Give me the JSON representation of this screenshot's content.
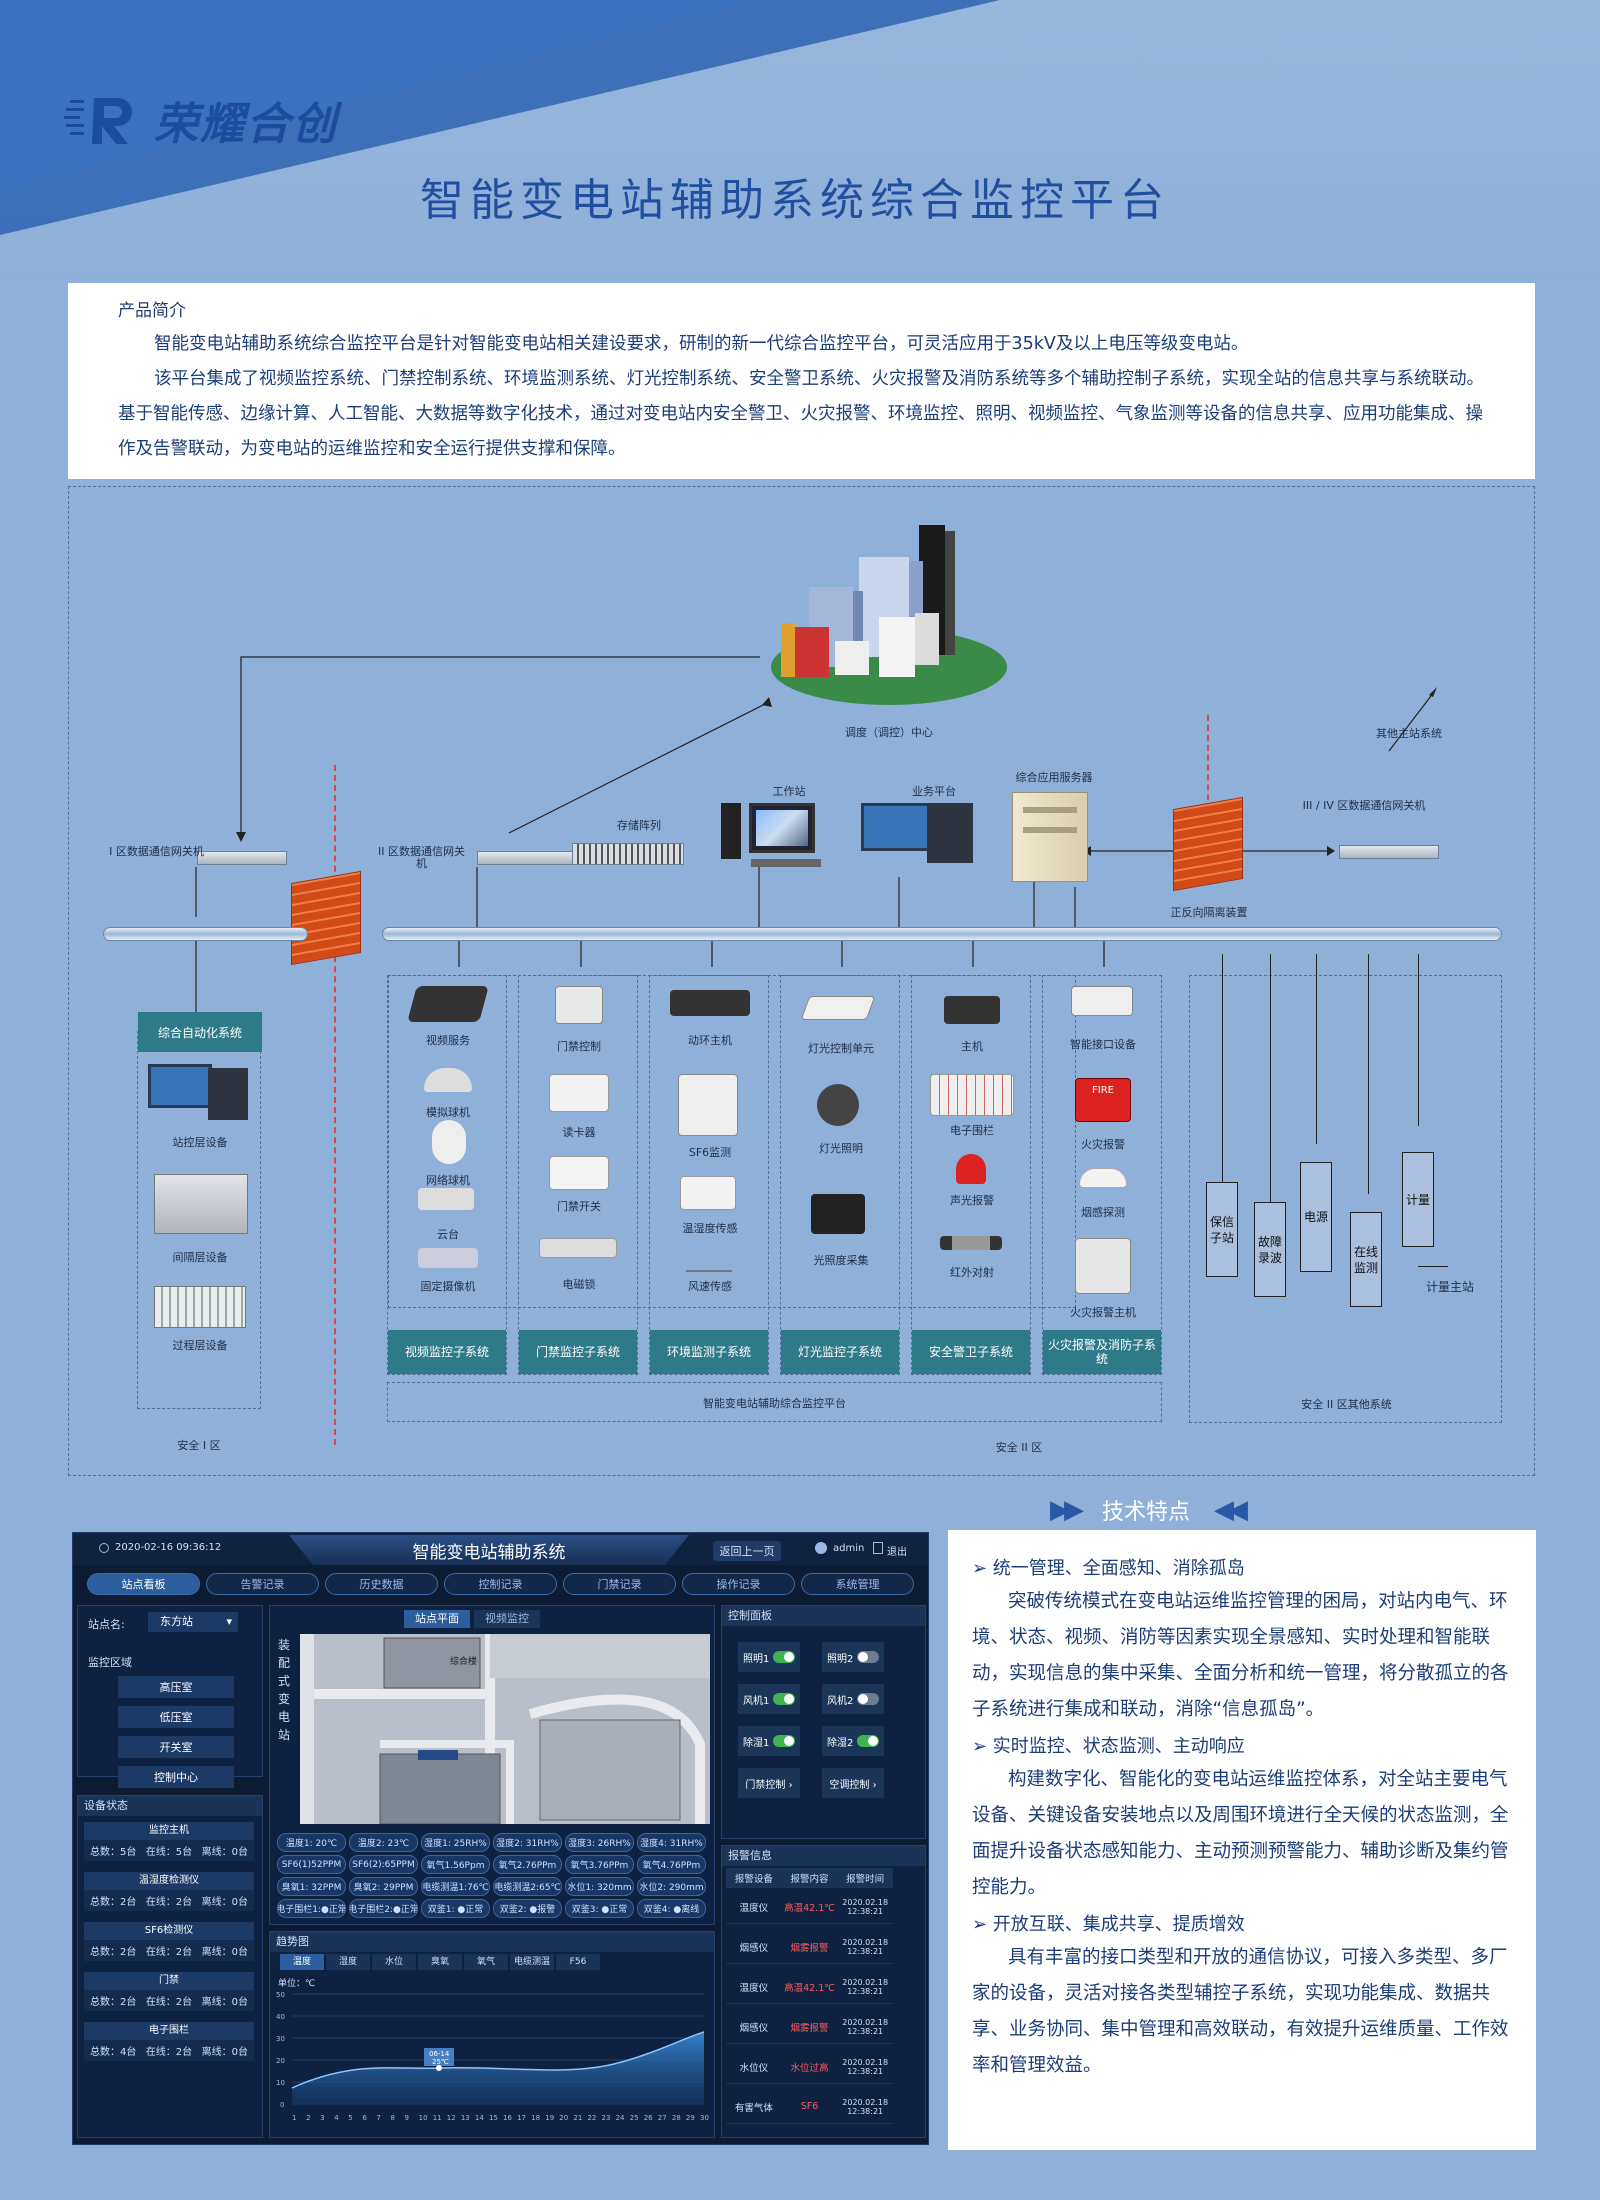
{
  "brand": {
    "name": "荣耀合创"
  },
  "title": "智能变电站辅助系统综合监控平台",
  "intro": {
    "heading": "产品简介",
    "p1": "智能变电站辅助系统综合监控平台是针对智能变电站相关建设要求，研制的新一代综合监控平台，可灵活应用于35kV及以上电压等级变电站。",
    "p2": "该平台集成了视频监控系统、门禁控制系统、环境监测系统、灯光控制系统、安全警卫系统、火灾报警及消防系统等多个辅助控制子系统，实现全站的信息共享与系统联动。基于智能传感、边缘计算、人工智能、大数据等数字化技术，通过对变电站内安全警卫、火灾报警、环境监控、照明、视频监控、气象监测等设备的信息共享、应用功能集成、操作及告警联动，为变电站的运维监控和安全运行提供支撑和保障。"
  },
  "arch": {
    "dispatch": "调度（调控）中心",
    "other_station": "其他主站系统",
    "gw1": "I 区数据通信网关机",
    "gw2": "II 区数据通信网关机",
    "gw3": "III / IV 区数据通信网关机",
    "storage": "存储阵列",
    "workstation": "工作站",
    "biz": "业务平台",
    "server": "综合应用服务器",
    "isolation": "正反向隔离装置",
    "auto_sys": "综合自动化系统",
    "station_eq": "站控层设备",
    "bay_eq": "间隔层设备",
    "process_eq": "过程层设备",
    "zone1": "安全 I 区",
    "zone2": "安全 II 区",
    "platform": "智能变电站辅助综合监控平台",
    "other_sys": "安全 II 区其他系统",
    "meter_master": "计量主站",
    "subs": [
      {
        "title": "视频监控子系统",
        "items": [
          "视频服务",
          "模拟球机",
          "网络球机",
          "云台",
          "固定摄像机"
        ]
      },
      {
        "title": "门禁监控子系统",
        "items": [
          "门禁控制",
          "读卡器",
          "门禁开关",
          "电磁锁"
        ]
      },
      {
        "title": "环境监测子系统",
        "items": [
          "动环主机",
          "SF6监测",
          "温湿度传感",
          "风速传感"
        ]
      },
      {
        "title": "灯光监控子系统",
        "items": [
          "灯光控制单元",
          "灯光照明",
          "光照度采集"
        ]
      },
      {
        "title": "安全警卫子系统",
        "items": [
          "主机",
          "电子围栏",
          "声光报警",
          "红外对射"
        ]
      },
      {
        "title": "火灾报警及消防子系统",
        "items": [
          "智能接口设备",
          "火灾报警",
          "烟感探测",
          "火灾报警主机"
        ]
      }
    ],
    "others": [
      "保信子站",
      "故障录波",
      "电源",
      "在线监测",
      "计量"
    ]
  },
  "dash": {
    "time": "2020-02-16 09:36:12",
    "title": "智能变电站辅助系统",
    "back": "返回上一页",
    "user": "admin",
    "logout": "退出",
    "nav": [
      "站点看板",
      "告警记录",
      "历史数据",
      "控制记录",
      "门禁记录",
      "操作记录",
      "系统管理"
    ],
    "station_label": "站点名:",
    "station": "东方站",
    "area_title": "监控区域",
    "areas": [
      "高压室",
      "低压室",
      "开关室",
      "控制中心"
    ],
    "status_title": "设备状态",
    "stats": [
      {
        "name": "监控主机",
        "a": "总数：5台",
        "b": "在线：5台",
        "c": "离线：0台"
      },
      {
        "name": "温湿度检测仪",
        "a": "总数：2台",
        "b": "在线：2台",
        "c": "离线：0台"
      },
      {
        "name": "SF6检测仪",
        "a": "总数：2台",
        "b": "在线：2台",
        "c": "离线：0台"
      },
      {
        "name": "门禁",
        "a": "总数：2台",
        "b": "在线：2台",
        "c": "离线：0台"
      },
      {
        "name": "电子围栏",
        "a": "总数：4台",
        "b": "在线：2台",
        "c": "离线：0台"
      }
    ],
    "tabs": [
      "站点平面",
      "视频监控"
    ],
    "vertical": "装配式变电站",
    "building": "综合楼",
    "sensors": [
      "温度1: 20℃",
      "温度2: 23℃",
      "湿度1: 25RH%",
      "湿度2: 31RH%",
      "湿度3: 26RH%",
      "湿度4: 31RH%",
      "SF6(1)52PPM",
      "SF6(2):65PPM",
      "氧气1.56Ppm",
      "氧气2.76PPm",
      "氧气3.76PPm",
      "氧气4.76PPm",
      "臭氧1: 32PPM",
      "臭氧2: 29PPM",
      "电缆测温1:76℃",
      "电缆测温2:65℃",
      "水位1: 320mm",
      "水位2: 290mm",
      "电子围栏1:●正常",
      "电子围栏2:●正常",
      "双鉴1: ●正常",
      "双鉴2: ●报警",
      "双鉴3: ●正常",
      "双鉴4: ●离线"
    ],
    "trend_title": "趋势图",
    "trend_tabs": [
      "温度",
      "湿度",
      "水位",
      "臭氧",
      "氧气",
      "电缆测温",
      "F56"
    ],
    "unit": "单位：℃",
    "y_ticks": [
      "50",
      "40",
      "30",
      "20",
      "10",
      "0"
    ],
    "x_ticks": [
      "1",
      "2",
      "3",
      "4",
      "5",
      "6",
      "7",
      "8",
      "9",
      "10",
      "11",
      "12",
      "13",
      "14",
      "15",
      "16",
      "17",
      "18",
      "19",
      "20",
      "21",
      "22",
      "23",
      "24",
      "25",
      "26",
      "27",
      "28",
      "29",
      "30"
    ],
    "tip_date": "06-14",
    "tip_val": "25℃",
    "ctrl_title": "控制面板",
    "ctrls": [
      [
        "照明1",
        "on"
      ],
      [
        "照明2",
        "off"
      ],
      [
        "风机1",
        "on"
      ],
      [
        "风机2",
        "off"
      ],
      [
        "除湿1",
        "on"
      ],
      [
        "除湿2",
        "on"
      ]
    ],
    "ctrl_btns": [
      "门禁控制 ›",
      "空调控制 ›"
    ],
    "alarm_title": "报警信息",
    "alarm_cols": [
      "报警设备",
      "报警内容",
      "报警时间"
    ],
    "alarms": [
      [
        "温度仪",
        "高温42.1℃",
        "2020.02.18 12:38:21"
      ],
      [
        "烟感仪",
        "烟雾报警",
        "2020.02.18 12:38:21"
      ],
      [
        "温度仪",
        "高温42.1℃",
        "2020.02.18 12:38:21"
      ],
      [
        "烟感仪",
        "烟雾报警",
        "2020.02.18 12:38:21"
      ],
      [
        "水位仪",
        "水位过高",
        "2020.02.18 12:38:21"
      ],
      [
        "有害气体",
        "SF6",
        "2020.02.18 12:38:21"
      ]
    ]
  },
  "tech": {
    "title": "技术特点",
    "items": [
      {
        "h": "➢ 统一管理、全面感知、消除孤岛",
        "b": "突破传统模式在变电站运维监控管理的困局，对站内电气、环境、状态、视频、消防等因素实现全景感知、实时处理和智能联动，实现信息的集中采集、全面分析和统一管理，将分散孤立的各子系统进行集成和联动，消除“信息孤岛”。"
      },
      {
        "h": "➢ 实时监控、状态监测、主动响应",
        "b": "构建数字化、智能化的变电站运维监控体系，对全站主要电气设备、关键设备安装地点以及周围环境进行全天候的状态监测，全面提升设备状态感知能力、主动预测预警能力、辅助诊断及集约管控能力。"
      },
      {
        "h": "➢ 开放互联、集成共享、提质增效",
        "b": "具有丰富的接口类型和开放的通信协议，可接入多类型、多厂家的设备，灵活对接各类型辅控子系统，实现功能集成、数据共享、业务协同、集中管理和高效联动，有效提升运维质量、工作效率和管理效益。"
      }
    ]
  },
  "colors": {
    "brand": "#1f4f9e",
    "teal": "#2f7a88",
    "fire": "#d34a1a"
  }
}
